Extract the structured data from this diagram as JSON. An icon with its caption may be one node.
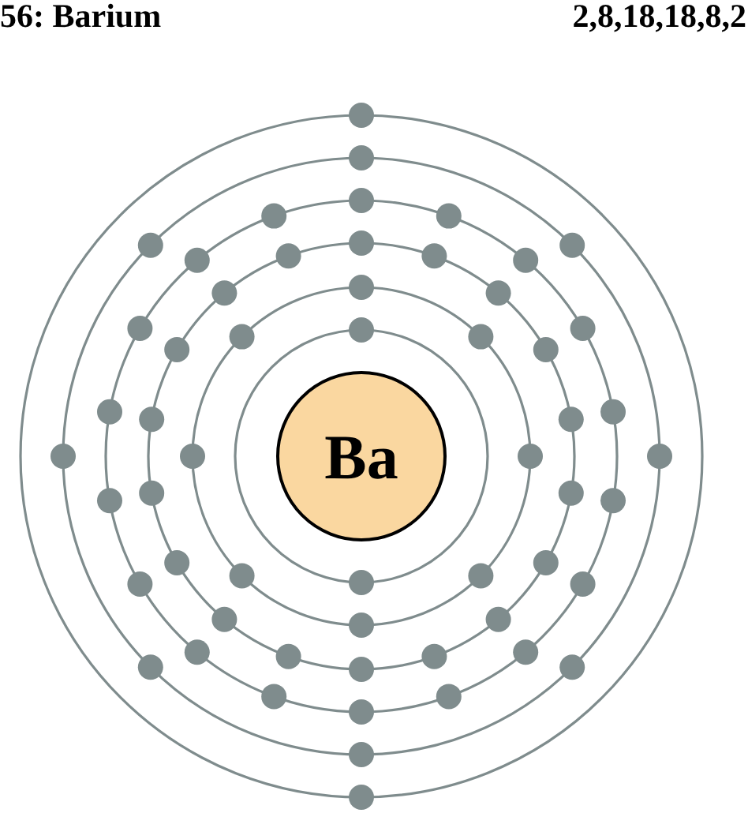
{
  "diagram": {
    "title": "56: Barium",
    "nodes": [
      {
        "text": [
          "Ba"
        ]
      }
    ],
    "labels": [
      "2,8,18,18,8,2"
    ]
  }
}
